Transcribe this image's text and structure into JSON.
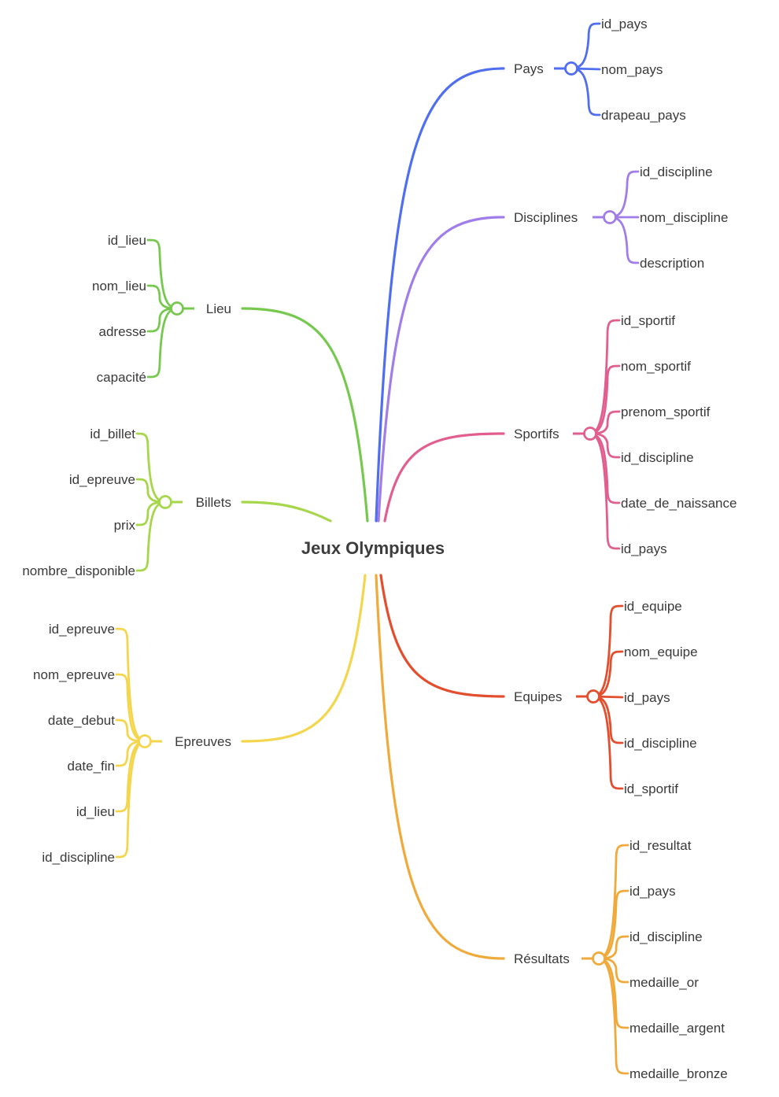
{
  "root": {
    "label": "Jeux Olympiques"
  },
  "branches": [
    {
      "key": "pays",
      "label": "Pays",
      "color": "#4f6ef0",
      "children": [
        "id_pays",
        "nom_pays",
        "drapeau_pays"
      ]
    },
    {
      "key": "disciplines",
      "label": "Disciplines",
      "color": "#a07de8",
      "children": [
        "id_discipline",
        "nom_discipline",
        "description"
      ]
    },
    {
      "key": "sportifs",
      "label": "Sportifs",
      "color": "#e25e8e",
      "children": [
        "id_sportif",
        "nom_sportif",
        "prenom_sportif",
        "id_discipline",
        "date_de_naissance",
        "id_pays"
      ]
    },
    {
      "key": "equipes",
      "label": "Equipes",
      "color": "#e24e2e",
      "children": [
        "id_equipe",
        "nom_equipe",
        "id_pays",
        "id_discipline",
        "id_sportif"
      ]
    },
    {
      "key": "resultats",
      "label": "Résultats",
      "color": "#f0aa3c",
      "children": [
        "id_resultat",
        "id_pays",
        "id_discipline",
        "medaille_or",
        "medaille_argent",
        "medaille_bronze"
      ]
    },
    {
      "key": "lieu",
      "label": "Lieu",
      "color": "#77c84f",
      "children": [
        "id_lieu",
        "nom_lieu",
        "adresse",
        "capacité"
      ]
    },
    {
      "key": "billets",
      "label": "Billets",
      "color": "#a6d64a",
      "children": [
        "id_billet",
        "id_epreuve",
        "prix",
        "nombre_disponible"
      ]
    },
    {
      "key": "epreuves",
      "label": "Epreuves",
      "color": "#f4d64e",
      "children": [
        "id_epreuve",
        "nom_epreuve",
        "date_debut",
        "date_fin",
        "id_lieu",
        "id_discipline"
      ]
    }
  ]
}
